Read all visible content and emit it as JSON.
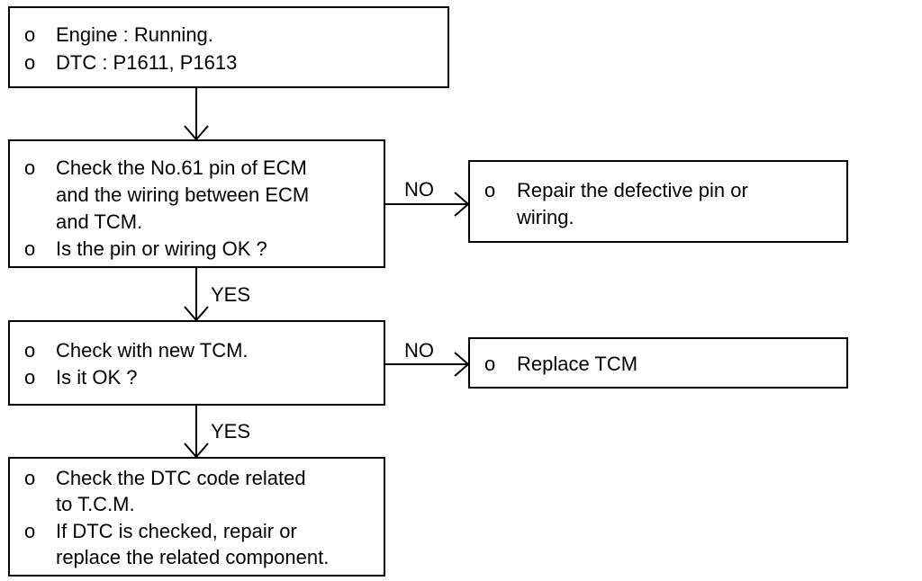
{
  "box1": {
    "bullet": "o",
    "items": [
      "Engine : Running.",
      "DTC : P1611, P1613"
    ]
  },
  "box2": {
    "bullet": "o",
    "item1_lines": [
      "Check the No.61 pin of ECM",
      "and the wiring between ECM",
      "and TCM."
    ],
    "item2": "Is the pin or wiring OK ?"
  },
  "box2_no": {
    "bullet": "o",
    "lines": [
      "Repair the defective pin or",
      "wiring."
    ]
  },
  "box3": {
    "bullet": "o",
    "items": [
      "Check with new TCM.",
      "Is it OK ?"
    ]
  },
  "box3_no": {
    "bullet": "o",
    "text": "Replace TCM"
  },
  "box4": {
    "bullet": "o",
    "item1_lines": [
      "Check the DTC code related",
      "to T.C.M."
    ],
    "item2_lines": [
      "If DTC is checked, repair or",
      "replace the related component."
    ]
  },
  "labels": {
    "no": "NO",
    "yes": "YES"
  }
}
